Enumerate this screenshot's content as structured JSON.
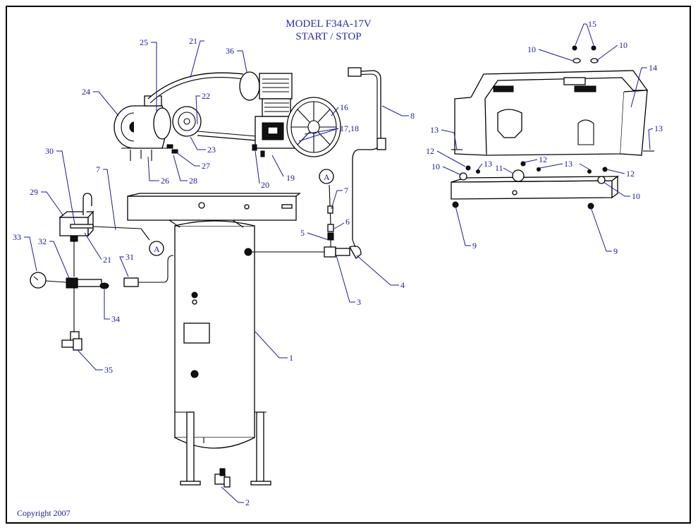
{
  "title_line1": "MODEL F34A-17V",
  "title_line2": "START /  STOP",
  "copyright": "Copyright 2007",
  "callouts": {
    "c1": "1",
    "c2": "2",
    "c3": "3",
    "c4": "4",
    "c5": "5",
    "c6": "6",
    "c7a": "7",
    "c7b": "7",
    "c8": "8",
    "c9a": "9",
    "c9b": "9",
    "c10a": "10",
    "c10b": "10",
    "c10c": "10",
    "c10d": "10",
    "c11": "11",
    "c12a": "12",
    "c12b": "12",
    "c12c": "12",
    "c13a": "13",
    "c13b": "13",
    "c13c": "13",
    "c13d": "13",
    "c14": "14",
    "c15": "15",
    "c16": "16",
    "c1718": "17,18",
    "c19": "19",
    "c20": "20",
    "c21a": "21",
    "c21b": "21",
    "c22": "22",
    "c23": "23",
    "c24": "24",
    "c25": "25",
    "c26": "26",
    "c27": "27",
    "c28": "28",
    "c29": "29",
    "c30": "30",
    "c31": "31",
    "c32": "32",
    "c33": "33",
    "c34": "34",
    "c35": "35",
    "c36": "36"
  },
  "connector_a1": "A",
  "connector_a2": "A"
}
